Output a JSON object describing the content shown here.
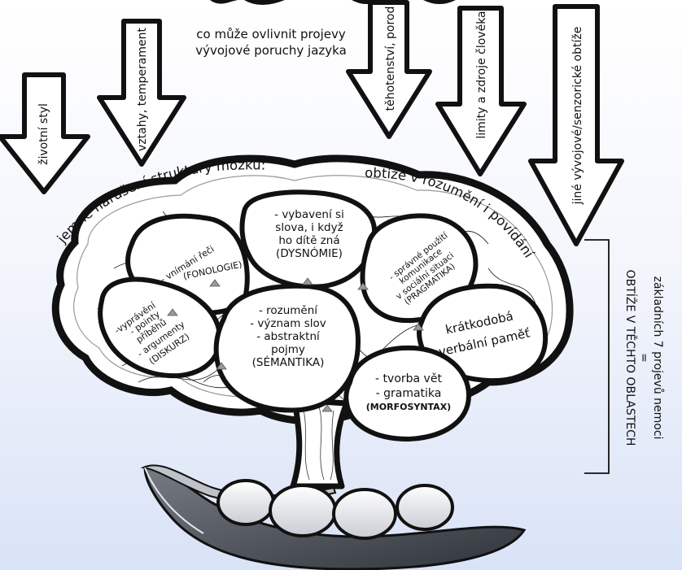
{
  "caption": {
    "line1": "co může ovlivnit projevy",
    "line2": "vývojové poruchy jazyka"
  },
  "arrows": [
    {
      "label": "životní styl"
    },
    {
      "label": "vztahy, temperament"
    },
    {
      "label": "těhotenství, porod"
    },
    {
      "label": "limity a zdroje člověka"
    },
    {
      "label": "jiné vývojové/senzorické obtíže"
    }
  ],
  "brain": {
    "arc_left": "jemné narušení struktury mozku:",
    "arc_right": "obtíže v rozumění i povídání"
  },
  "areas": {
    "fonologie": {
      "l1": "- vnímání řeči",
      "l2": "(FONOLOGIE)"
    },
    "dysnomie": {
      "l1": "- vybavení si",
      "l2": "slova, i když",
      "l3": "ho dítě zná",
      "l4": "(DYSNÓMIE)"
    },
    "pragmatika": {
      "l1": "- správné použití",
      "l2": "komunikace",
      "l3": "v sociální situaci",
      "l4": "(PRAGMATIKA)"
    },
    "diskurz": {
      "l1": "-vyprávění",
      "l2": "- pointy",
      "l3": "příběhů",
      "l4": "- argumenty",
      "l5": "(DISKURZ)"
    },
    "semantika": {
      "l1": "- rozumění",
      "l2": "- význam slov",
      "l3": "- abstraktní",
      "l4": "pojmy",
      "l5": "(SÉMANTIKA)"
    },
    "pamet": {
      "l1": "krátkodobá",
      "l2": "verbální paměť"
    },
    "morfosyntax": {
      "l1": "- tvorba vět",
      "l2": "- gramatika",
      "l3": "(MORFOSYNTAX)"
    }
  },
  "side": {
    "l1": "základních 7 projevů nemoci",
    "l2": "=",
    "l3": "OBTÍŽE V TĚCHTO OBLASTECH"
  },
  "colors": {
    "background_top": "#ffffff",
    "background_bottom": "#d9e3f7",
    "ink": "#111111",
    "pea": "#eef0f3",
    "pod": "#4a4f56"
  }
}
